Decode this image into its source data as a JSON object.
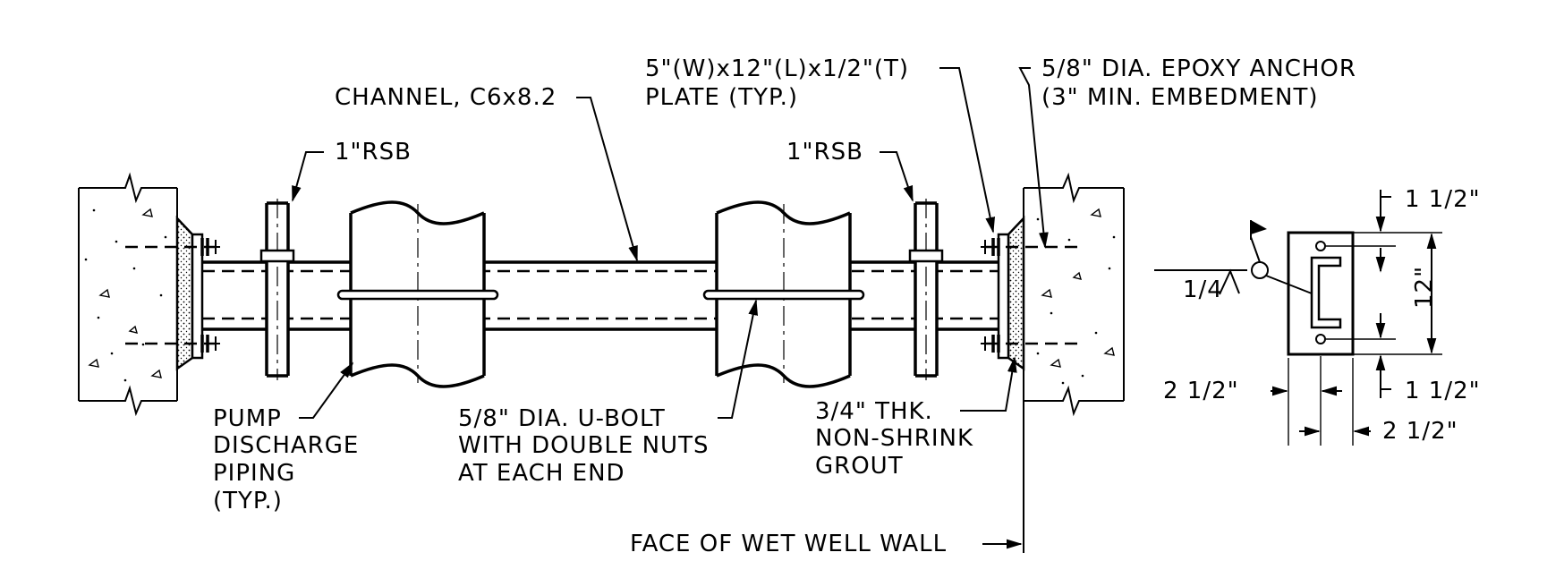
{
  "labels": {
    "channel": "CHANNEL, C6x8.2",
    "plate_line1": "5\"(W)x12\"(L)x1/2\"(T)",
    "plate_line2": "PLATE (TYP.)",
    "anchor_line1": "5/8\" DIA. EPOXY ANCHOR",
    "anchor_line2": "(3\" MIN. EMBEDMENT)",
    "rsb_left": "1\"RSB",
    "rsb_right": "1\"RSB",
    "pump_line1": "PUMP",
    "pump_line2": "DISCHARGE",
    "pump_line3": "PIPING",
    "pump_line4": "(TYP.)",
    "ubolt_line1": "5/8\" DIA. U-BOLT",
    "ubolt_line2": "WITH DOUBLE NUTS",
    "ubolt_line3": "AT EACH END",
    "grout_line1": "3/4\" THK.",
    "grout_line2": "NON-SHRINK",
    "grout_line3": "GROUT",
    "wall_face": "FACE OF WET WELL WALL"
  },
  "detail": {
    "dim_top": "1 1/2\"",
    "dim_bottom": "1 1/2\"",
    "dim_height": "12\"",
    "dim_left": "2 1/2\"",
    "dim_right": "2 1/2\"",
    "weld": "1/4"
  }
}
